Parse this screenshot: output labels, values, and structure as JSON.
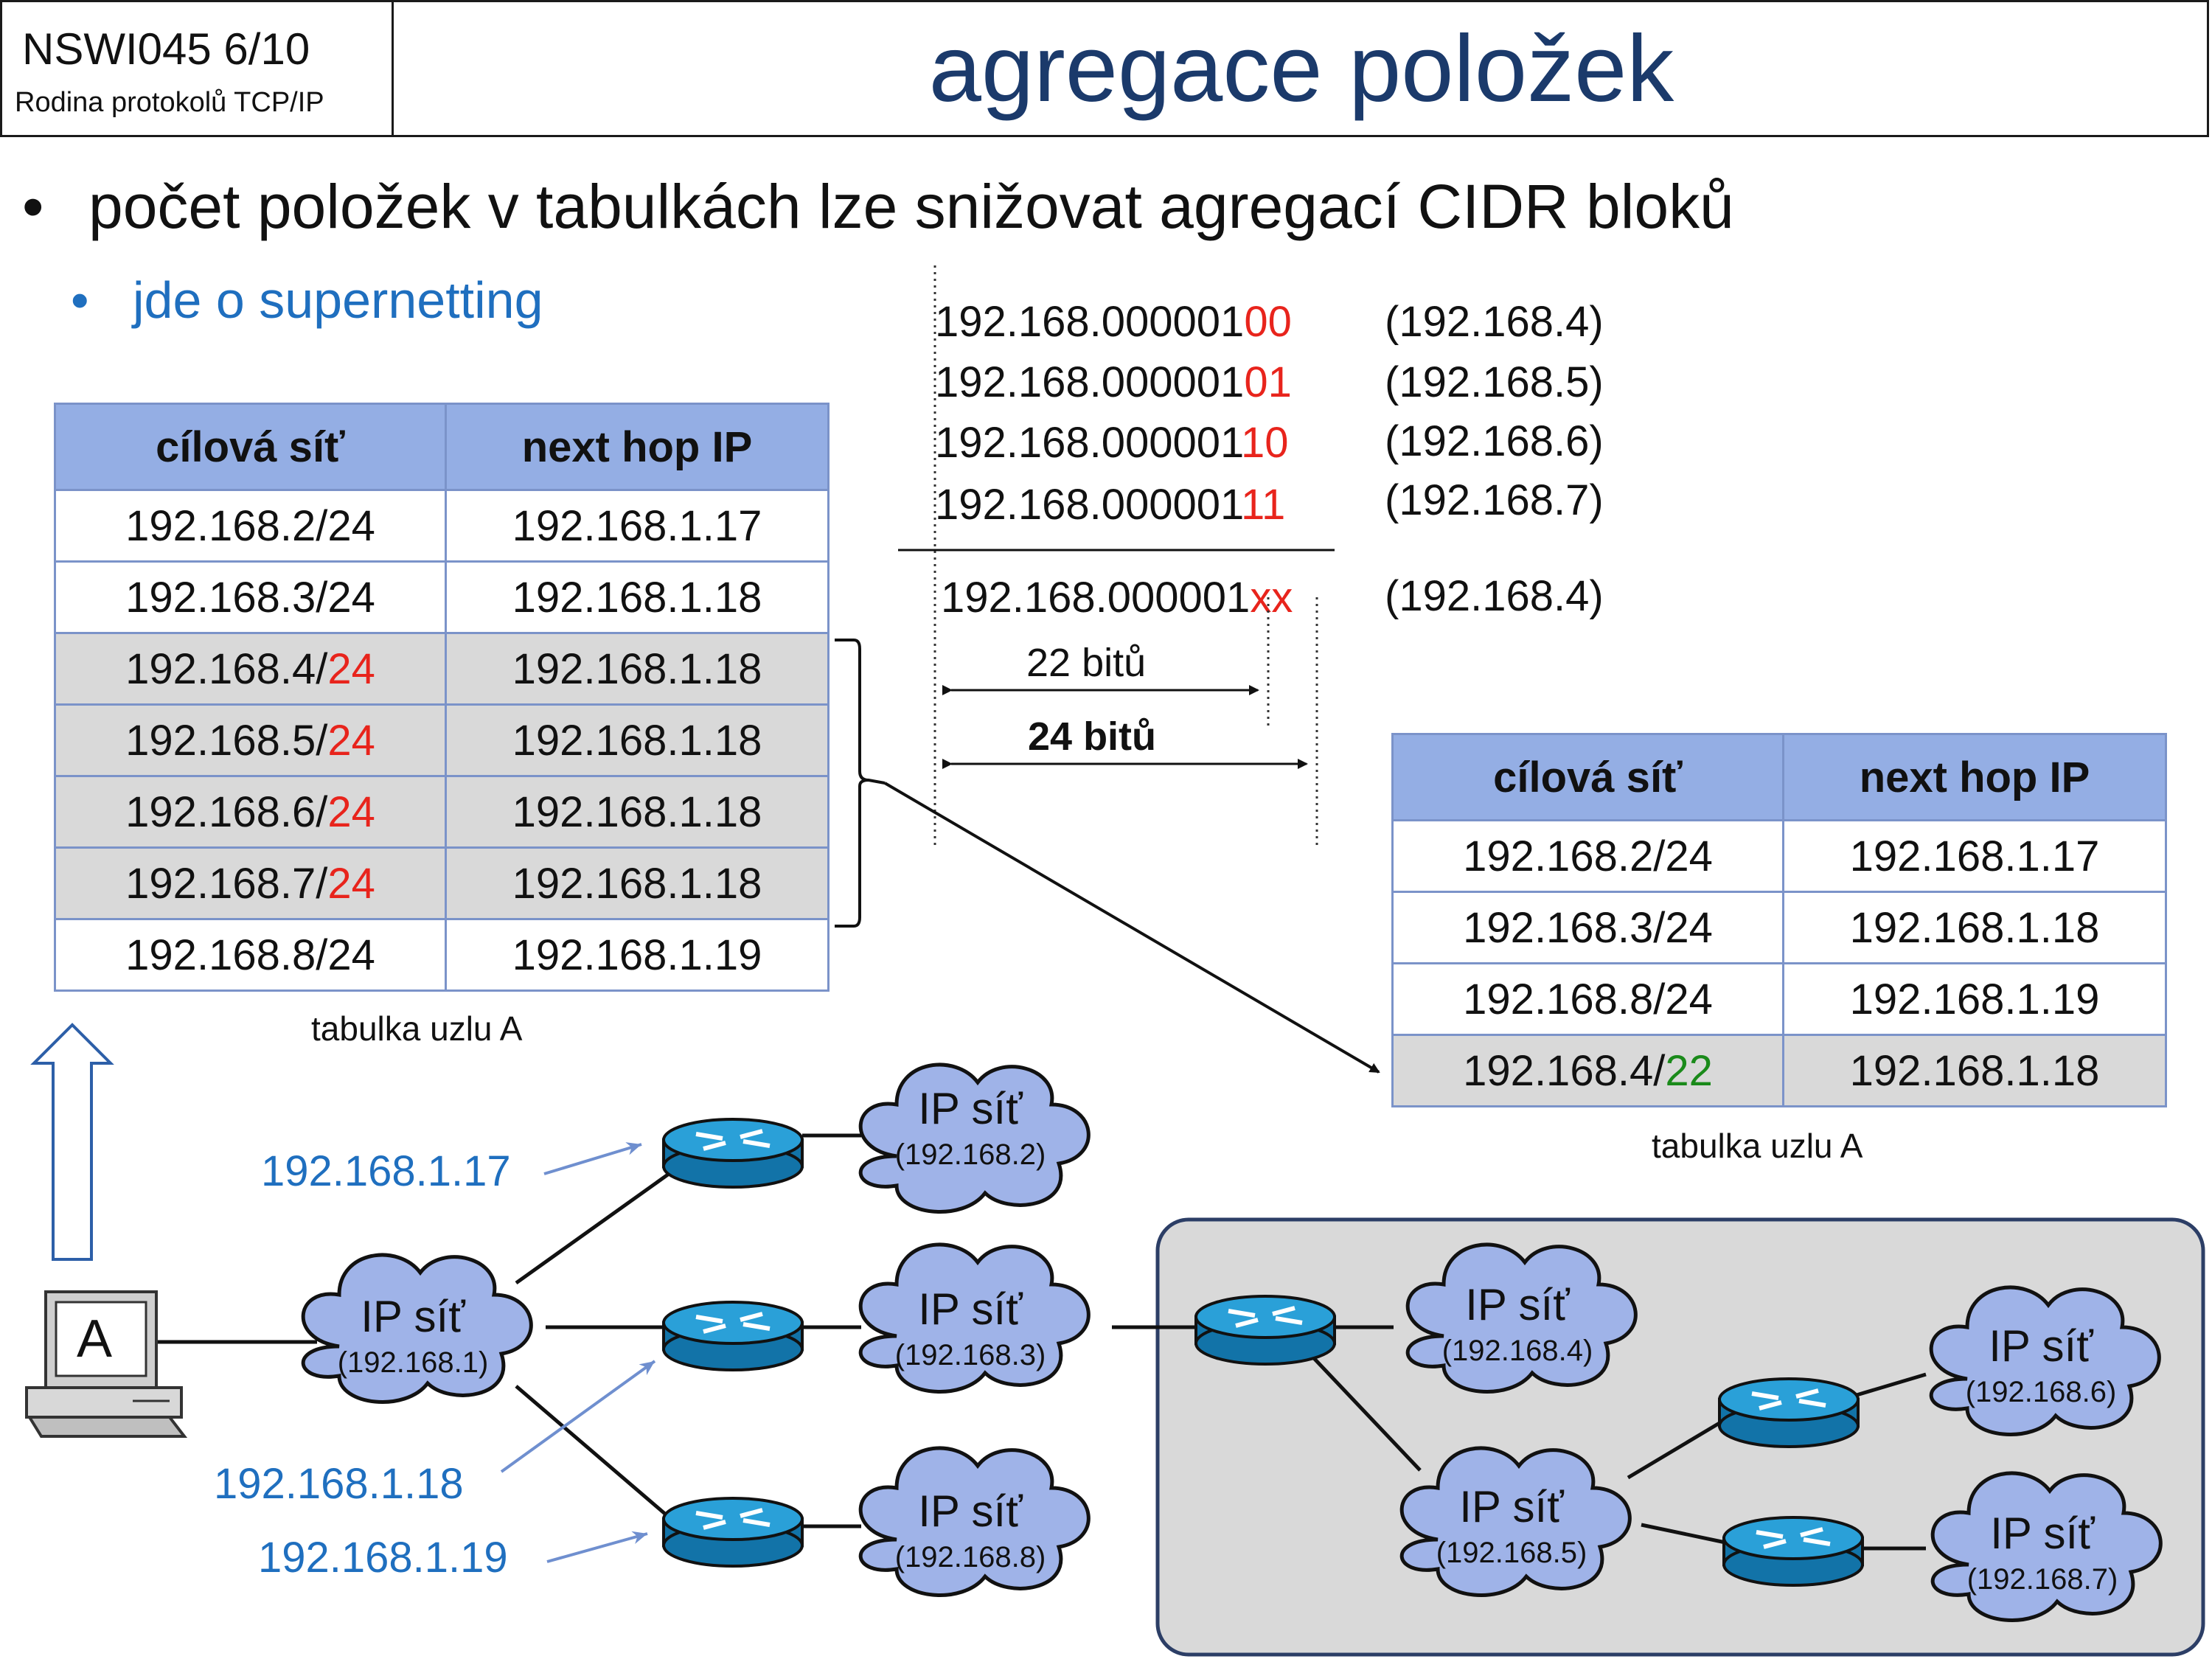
{
  "header": {
    "course_code": "NSWI045   6/10",
    "course_subtitle": "Rodina protokolů TCP/IP",
    "title": "agregace položek"
  },
  "bullets": {
    "main": "počet položek v tabulkách lze snižovat agregací CIDR bloků",
    "sub": "jde o supernetting"
  },
  "binary": {
    "rows": [
      {
        "prefix": "192.168.000001",
        "suffix": "00",
        "net": "(192.168.4)"
      },
      {
        "prefix": "192.168.000001",
        "suffix": "01",
        "net": "(192.168.5)"
      },
      {
        "prefix": "192.168.000001",
        "suffix": "10",
        "net": "(192.168.6)"
      },
      {
        "prefix": "192.168.000001",
        "suffix": "11",
        "net": "(192.168.7)"
      }
    ],
    "result": {
      "prefix": "192.168.000001",
      "suffix": "xx",
      "net": "(192.168.4)"
    },
    "bits22": "22 bitů",
    "bits24": "24 bitů"
  },
  "table_left": {
    "headers": [
      "cílová síť",
      "next hop IP"
    ],
    "rows": [
      {
        "net": "192.168.2/24",
        "net_base": "",
        "mask": "",
        "hop": "192.168.1.17"
      },
      {
        "net": "192.168.3/24",
        "net_base": "",
        "mask": "",
        "hop": "192.168.1.18"
      },
      {
        "net": "",
        "net_base": "192.168.4/",
        "mask": "24",
        "hop": "192.168.1.18"
      },
      {
        "net": "",
        "net_base": "192.168.5/",
        "mask": "24",
        "hop": "192.168.1.18"
      },
      {
        "net": "",
        "net_base": "192.168.6/",
        "mask": "24",
        "hop": "192.168.1.18"
      },
      {
        "net": "",
        "net_base": "192.168.7/",
        "mask": "24",
        "hop": "192.168.1.18"
      },
      {
        "net": "192.168.8/24",
        "net_base": "",
        "mask": "",
        "hop": "192.168.1.19"
      }
    ],
    "caption": "tabulka  uzlu A"
  },
  "table_right": {
    "headers": [
      "cílová síť",
      "next hop IP"
    ],
    "rows": [
      {
        "net": "192.168.2/24",
        "hop": "192.168.1.17"
      },
      {
        "net": "192.168.3/24",
        "hop": "192.168.1.18"
      },
      {
        "net": "192.168.8/24",
        "hop": "192.168.1.19"
      }
    ],
    "agg_row": {
      "net_base": "192.168.4/",
      "mask": "22",
      "hop": "192.168.1.18"
    },
    "caption": "tabulka  uzlu A"
  },
  "network": {
    "node": "A",
    "cloud_label": "IP síť",
    "clouds": [
      "(192.168.1)",
      "(192.168.2)",
      "(192.168.3)",
      "(192.168.8)",
      "(192.168.4)",
      "(192.168.5)",
      "(192.168.6)",
      "(192.168.7)"
    ],
    "router_ips": [
      "192.168.1.17",
      "192.168.1.18",
      "192.168.1.19"
    ]
  },
  "colors": {
    "accent_blue": "#1f6fbf",
    "title_navy": "#1b3a6b",
    "header_fill": "#94aee4",
    "highlight_red": "#e8241c",
    "highlight_green": "#1a8a1a",
    "cloud_fill": "#9fb3e8",
    "router_fill": "#1e8fc7"
  }
}
